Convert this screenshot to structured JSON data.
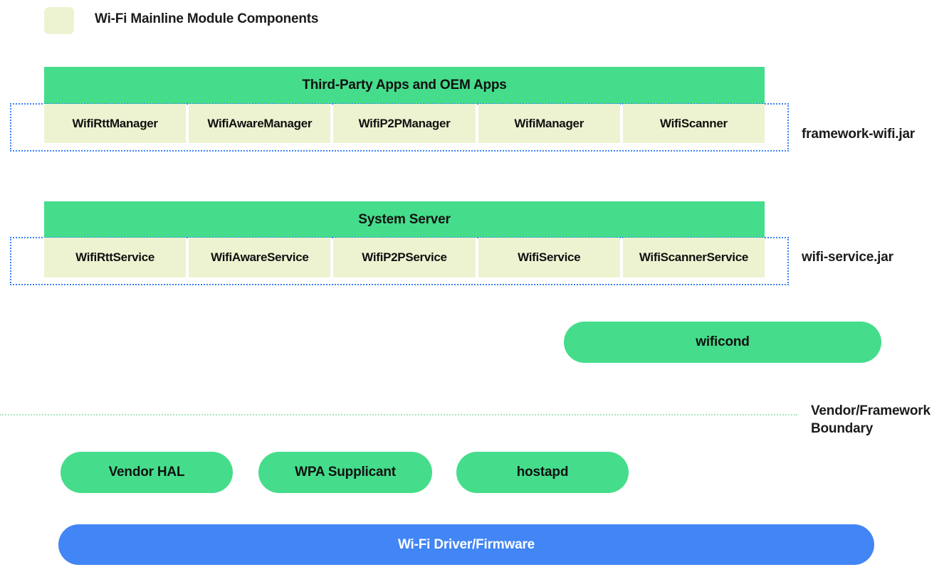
{
  "legend": {
    "swatch_icon": "legend-swatch-icon",
    "label": "Wi-Fi Mainline Module Components",
    "swatch_color": "#edf3d0"
  },
  "colors": {
    "green": "#45dd8b",
    "pale_yellow": "#edf3d0",
    "blue": "#4285f4",
    "dotted_module_border": "#3b82f6",
    "boundary_line": "#a8e6c0"
  },
  "layers": [
    {
      "id": "framework",
      "band_label": "Third-Party Apps and OEM Apps",
      "side_label": "framework-wifi.jar",
      "components": [
        "WifiRttManager",
        "WifiAwareManager",
        "WifiP2PManager",
        "WifiManager",
        "WifiScanner"
      ]
    },
    {
      "id": "system-server",
      "band_label": "System Server",
      "side_label": "wifi-service.jar",
      "components": [
        "WifiRttService",
        "WifiAwareService",
        "WifiP2PService",
        "WifiService",
        "WifiScannerService"
      ]
    }
  ],
  "wificond": {
    "label": "wificond"
  },
  "boundary": {
    "label_line1": "Vendor/Framework",
    "label_line2": "Boundary"
  },
  "vendor_blocks": [
    {
      "label": "Vendor HAL"
    },
    {
      "label": "WPA Supplicant"
    },
    {
      "label": "hostapd"
    }
  ],
  "driver": {
    "label": "Wi-Fi Driver/Firmware"
  }
}
